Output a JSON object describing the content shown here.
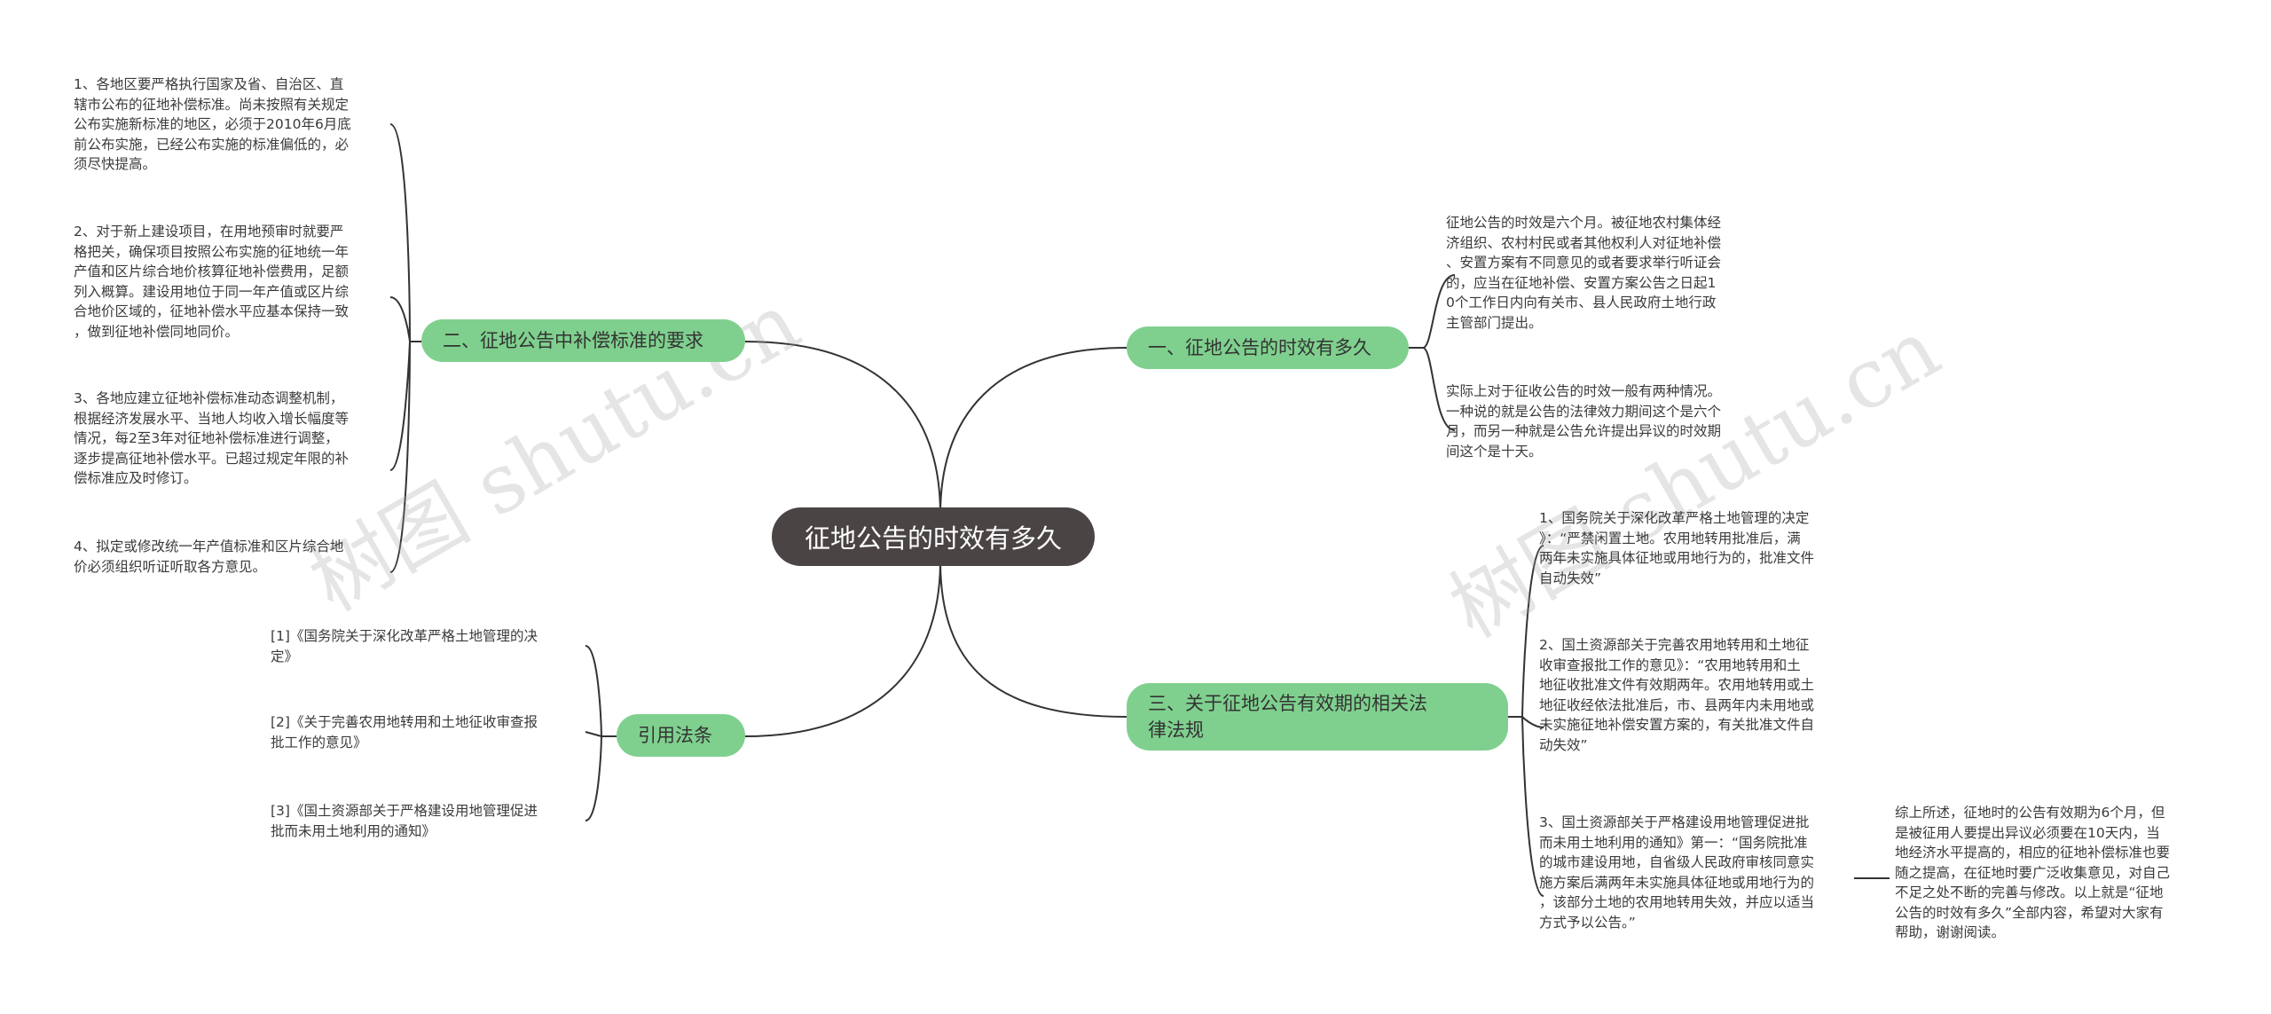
{
  "center": {
    "label": "征地公告的时效有多久"
  },
  "branches": [
    {
      "label": "一、征地公告的时效有多久",
      "leaves": [
        "征地公告的时效是六个月。被征地农村集体经\n济组织、农村村民或者其他权利人对征地补偿\n、安置方案有不同意见的或者要求举行听证会\n的，应当在征地补偿、安置方案公告之日起1\n0个工作日内向有关市、县人民政府土地行政\n主管部门提出。",
        "实际上对于征收公告的时效一般有两种情况。\n一种说的就是公告的法律效力期间这个是六个\n月，而另一种就是公告允许提出异议的时效期\n间这个是十天。"
      ]
    },
    {
      "label": "二、征地公告中补偿标准的要求",
      "leaves": [
        "1、各地区要严格执行国家及省、自治区、直\n辖市公布的征地补偿标准。尚未按照有关规定\n公布实施新标准的地区，必须于2010年6月底\n前公布实施，已经公布实施的标准偏低的，必\n须尽快提高。",
        "2、对于新上建设项目，在用地预审时就要严\n格把关，确保项目按照公布实施的征地统一年\n产值和区片综合地价核算征地补偿费用，足额\n列入概算。建设用地位于同一年产值或区片综\n合地价区域的，征地补偿水平应基本保持一致\n，做到征地补偿同地同价。",
        "3、各地应建立征地补偿标准动态调整机制，\n根据经济发展水平、当地人均收入增长幅度等\n情况，每2至3年对征地补偿标准进行调整，\n逐步提高征地补偿水平。已超过规定年限的补\n偿标准应及时修订。",
        "4、拟定或修改统一年产值标准和区片综合地\n价必须组织听证听取各方意见。"
      ]
    },
    {
      "label": "三、关于征地公告有效期的相关法\n律法规",
      "leaves": [
        "1、国务院关于深化改革严格土地管理的决定\n》：“严禁闲置土地。农用地转用批准后，满\n两年未实施具体征地或用地行为的，批准文件\n自动失效”",
        "2、国土资源部关于完善农用地转用和土地征\n收审查报批工作的意见》：“农用地转用和土\n地征收批准文件有效期两年。农用地转用或土\n地征收经依法批准后，市、县两年内未用地或\n未实施征地补偿安置方案的，有关批准文件自\n动失效”",
        "3、国土资源部关于严格建设用地管理促进批\n而未用土地利用的通知》第一：“国务院批准\n的城市建设用地，自省级人民政府审核同意实\n施方案后满两年未实施具体征地或用地行为的\n，该部分土地的农用地转用失效，并应以适当\n方式予以公告。”"
      ],
      "tail": "综上所述，征地时的公告有效期为6个月，但\n是被征用人要提出异议必须要在10天内，当\n地经济水平提高的，相应的征地补偿标准也要\n随之提高，在征地时要广泛收集意见，对自己\n不足之处不断的完善与修改。以上就是“征地\n公告的时效有多久”全部内容，希望对大家有\n帮助，谢谢阅读。"
    },
    {
      "label": "引用法条",
      "leaves": [
        "[1]《国务院关于深化改革严格土地管理的决\n定》",
        "[2]《关于完善农用地转用和土地征收审查报\n批工作的意见》",
        "[3]《国土资源部关于严格建设用地管理促进\n批而未用土地利用的通知》"
      ]
    }
  ],
  "watermarks": [
    "树图 shutu.cn",
    "树图 shutu.cn"
  ],
  "colors": {
    "center_bg": "#4a4444",
    "branch_bg": "#7fd08e",
    "line": "#333333"
  }
}
